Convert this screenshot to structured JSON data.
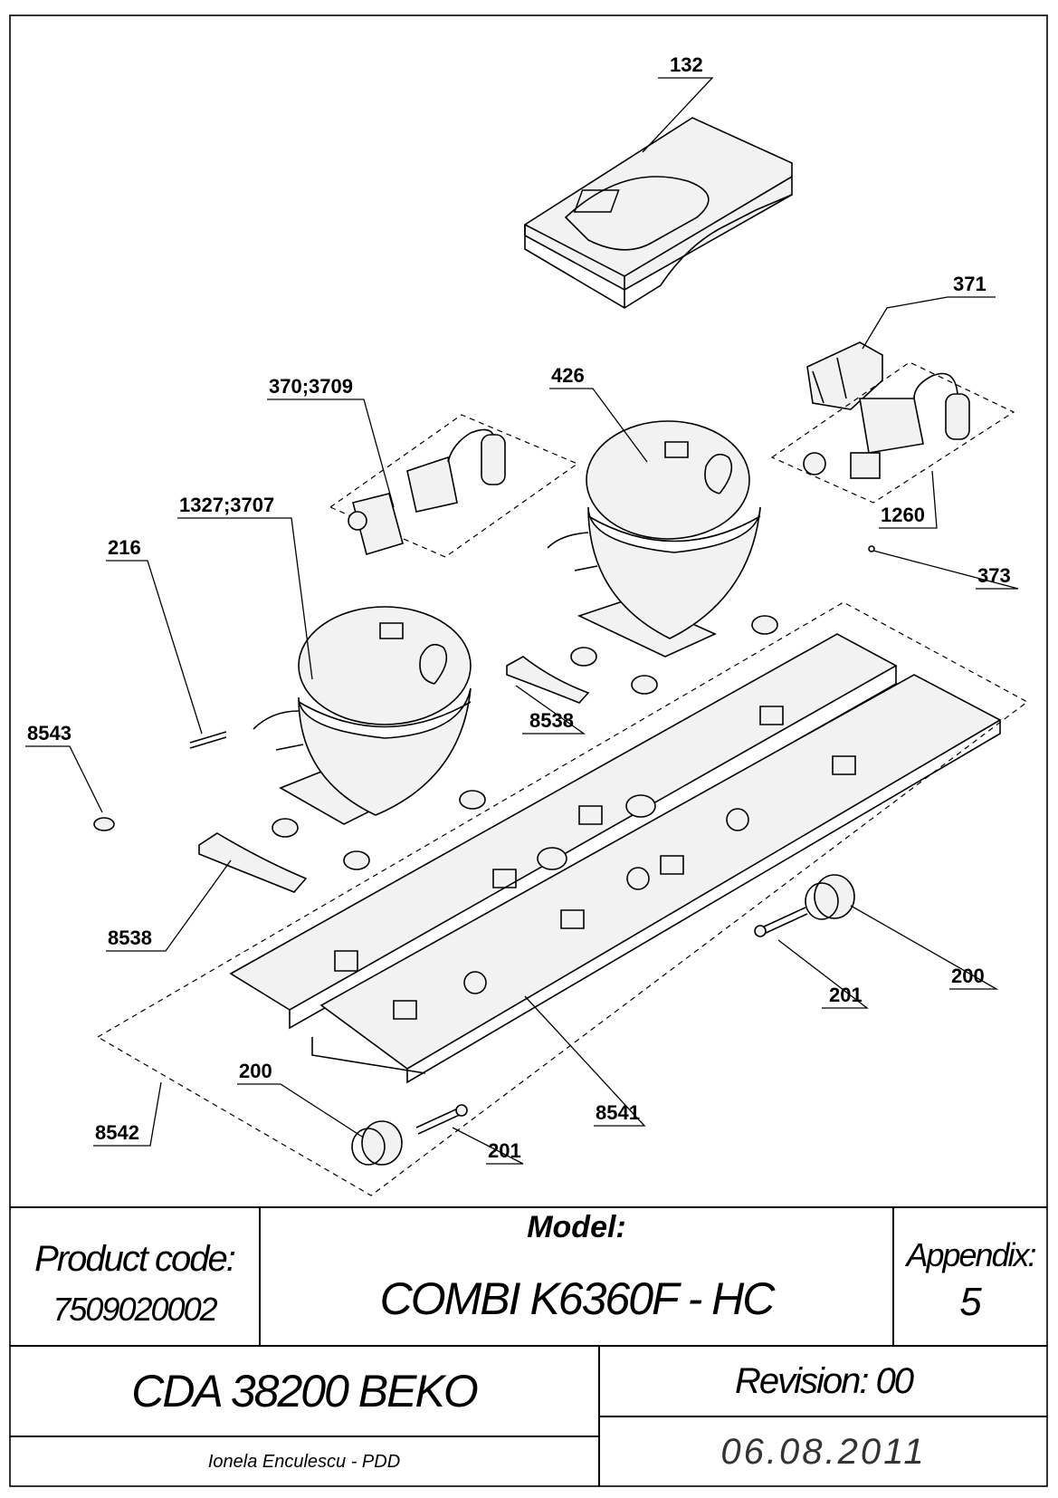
{
  "diagram": {
    "part_labels": [
      {
        "key": "p132",
        "text": "132"
      },
      {
        "key": "p371",
        "text": "371"
      },
      {
        "key": "p370",
        "text": "370;3709"
      },
      {
        "key": "p426",
        "text": "426"
      },
      {
        "key": "p1327",
        "text": "1327;3707"
      },
      {
        "key": "p216",
        "text": "216"
      },
      {
        "key": "p1260",
        "text": "1260"
      },
      {
        "key": "p373",
        "text": "373"
      },
      {
        "key": "p8543",
        "text": "8543"
      },
      {
        "key": "p8538a",
        "text": "8538"
      },
      {
        "key": "p8538b",
        "text": "8538"
      },
      {
        "key": "p200a",
        "text": "200"
      },
      {
        "key": "p201a",
        "text": "201"
      },
      {
        "key": "p200b",
        "text": "200"
      },
      {
        "key": "p201b",
        "text": "201"
      },
      {
        "key": "p8541",
        "text": "8541"
      },
      {
        "key": "p8542",
        "text": "8542"
      }
    ]
  },
  "title_block": {
    "product_code_label": "Product code:",
    "product_code_value": "7509020002",
    "model_label": "Model:",
    "model_value": "COMBI K6360F - HC",
    "appendix_label": "Appendix:",
    "appendix_value": "5",
    "document_name": "CDA 38200 BEKO",
    "revision": "Revision: 00",
    "author": "Ionela Enculescu - PDD",
    "date": "06.08.2011"
  }
}
